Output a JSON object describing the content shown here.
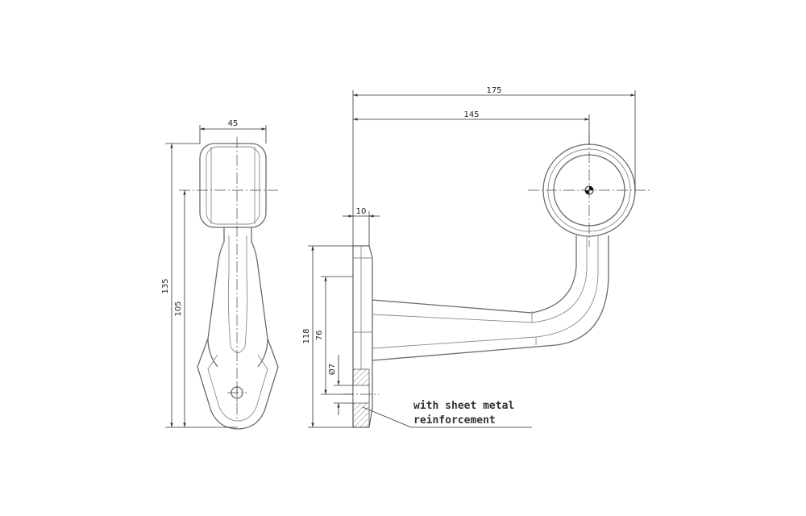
{
  "dimensions": {
    "front_width": "45",
    "front_total_height": "135",
    "front_lower_height": "105",
    "side_total_length": "175",
    "side_axis_length": "145",
    "base_thickness": "10",
    "base_height": "118",
    "hole_spacing": "76",
    "hole_diameter": "Ø7"
  },
  "note": {
    "line1": "with sheet metal",
    "line2": "reinforcement"
  },
  "colors": {
    "outline": "#6b6b6b",
    "dimension": "#333333",
    "hatch": "#d9d0d0"
  }
}
